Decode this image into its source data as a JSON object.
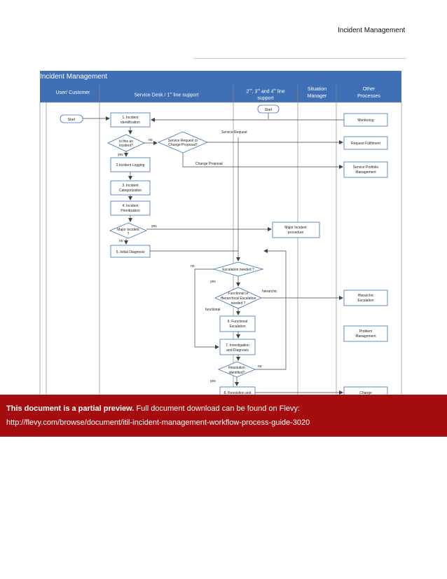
{
  "header": {
    "title": "Incident Management"
  },
  "pool": {
    "title": "Incident Management",
    "lanes": {
      "user": "User/ Customer",
      "sd_pre": "Service Desk / 1",
      "sd_sup": "st",
      "sd_post": " line support",
      "sup_a": "2",
      "sup_a_sup": "nd",
      "sup_b": ", 3",
      "sup_b_sup": "rd",
      "sup_c": " and 4",
      "sup_c_sup": "th",
      "sup_d": " line",
      "sup_line2": "support",
      "sit_1": "Situation",
      "sit_2": "Manager",
      "oth_1": "Other",
      "oth_2": "Processes"
    }
  },
  "nodes": {
    "start_user": "Start",
    "start_support": "Start",
    "n1_l1": "1. Incident",
    "n1_l2": "identification",
    "d_incident_l1": "Is this an",
    "d_incident_l2": "incident?",
    "d_sr_l1": "Service Request or",
    "d_sr_l2": "Change Proposal?",
    "n2": "2.Incident Logging",
    "n3_l1": "3. Incident",
    "n3_l2": "Categorization",
    "n4_l1": "4. Incident",
    "n4_l2": "Prioritization",
    "d_major_l1": "Major Incident",
    "d_major_l2": "?",
    "major_proc_l1": "Major Incident",
    "major_proc_l2": "procedure",
    "n5": "5. Initial Diagnosis",
    "d_escalation": "Escalation needed ?",
    "d_func_l1": "Functional or",
    "d_func_l2": "Hierarchical Escalation",
    "d_func_l3": "needed ?",
    "n6_l1": "6. Functional",
    "n6_l2": "Escalation",
    "n7_l1": "7. Investigation",
    "n7_l2": "and Diagnosis",
    "d_resolution_l1": "Resolution",
    "d_resolution_l2": "identified?",
    "n8": "8. Resolution and",
    "monitoring": "Monitoring",
    "request_fulfilment": "Request Fulfilment",
    "spm_l1": "Service Portfolio",
    "spm_l2": "Management",
    "hier_l1": "Hierarchic",
    "hier_l2": "Escalation",
    "problem_l1": "Problem",
    "problem_l2": "Management",
    "change": "Change"
  },
  "labels": {
    "no_1": "no",
    "yes_1": "yes",
    "service_request": "Service Request",
    "change_proposal": "Change Proposal",
    "yes_major": "yes",
    "no_major": "no",
    "no_escalation": "no",
    "yes_escalation": "yes",
    "hierarchic": "hierarchic",
    "functional": "functional",
    "no_resolution": "no",
    "yes_resolution": "yes"
  },
  "banner": {
    "bold": "This document is a partial preview.",
    "rest": "  Full document download can be found on Flevy:",
    "url": "http://flevy.com/browse/document/itil-incident-management-workflow-process-guide-3020"
  },
  "colors": {
    "header_blue": "#3f6fb5",
    "shape_border": "#3f6fb5",
    "lane_line": "#8a8a8a",
    "connector": "#444444",
    "banner_red": "#a50c0e"
  }
}
